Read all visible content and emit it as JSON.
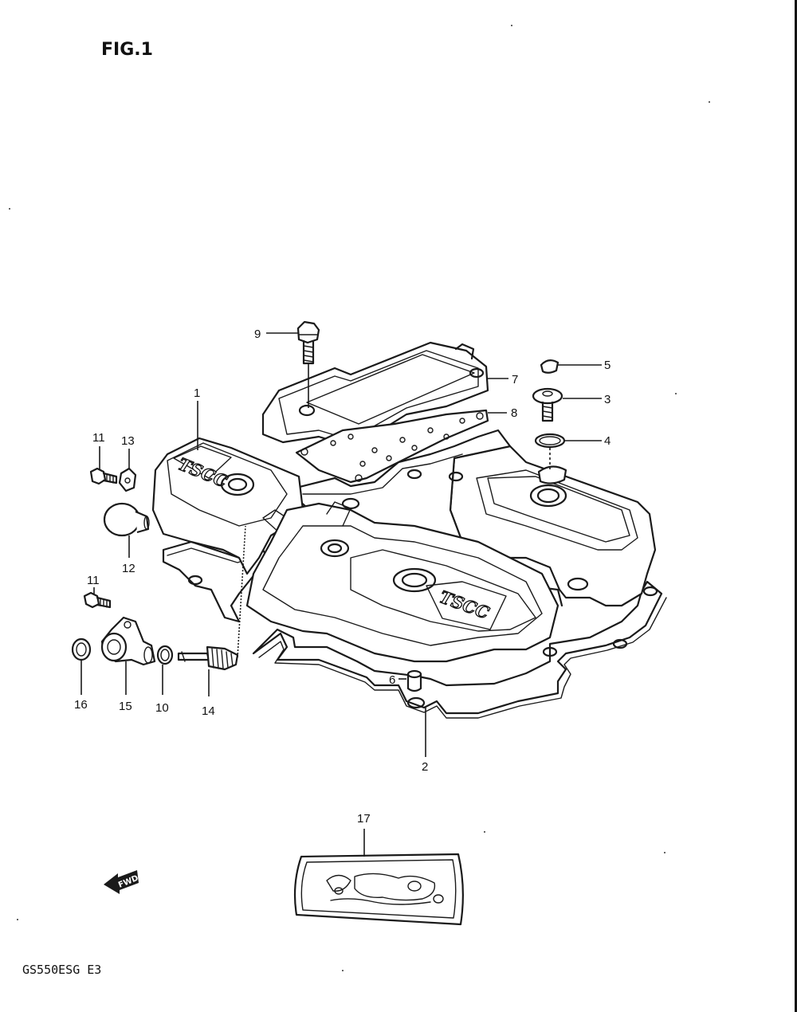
{
  "figure": {
    "title": "FIG.1",
    "model_code": "GS550ESG  E3"
  },
  "embossing": {
    "left_cover": "TSCC",
    "right_cover": "TSCC"
  },
  "direction_marker": {
    "label": "FWD",
    "icon": "forward-arrow-icon"
  },
  "callouts": [
    "1",
    "2",
    "3",
    "4",
    "5",
    "6",
    "7",
    "8",
    "9",
    "10",
    "11",
    "11",
    "12",
    "13",
    "14",
    "15",
    "16",
    "17"
  ]
}
